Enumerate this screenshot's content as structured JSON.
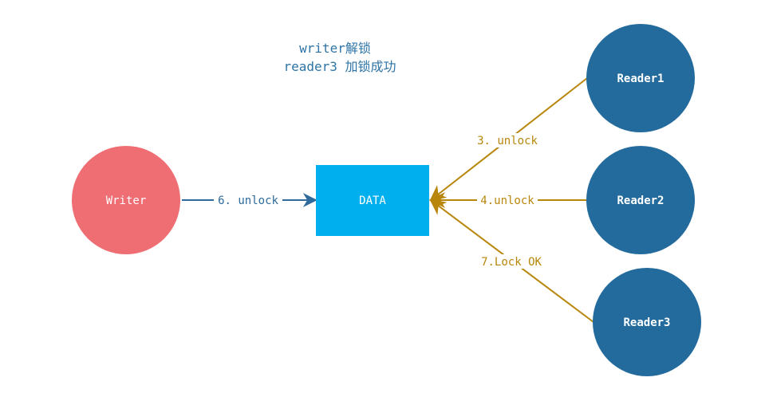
{
  "title": {
    "line1": "writer解锁",
    "line2": "reader3 加锁成功"
  },
  "nodes": {
    "writer": "Writer",
    "data": "DATA",
    "reader1": "Reader1",
    "reader2": "Reader2",
    "reader3": "Reader3"
  },
  "edges": {
    "writer_data": "6. unlock",
    "reader1_data": "3. unlock",
    "reader2_data": "4.unlock",
    "reader3_data": "7.Lock OK"
  },
  "colors": {
    "writer_fill": "#ee6e73",
    "reader_fill": "#236b9d",
    "data_fill": "#00b0ee",
    "title_text": "#2e74a6",
    "writer_edge": "#2e6a9c",
    "reader_edge": "#b8860b",
    "node_text": "#ffffff"
  }
}
